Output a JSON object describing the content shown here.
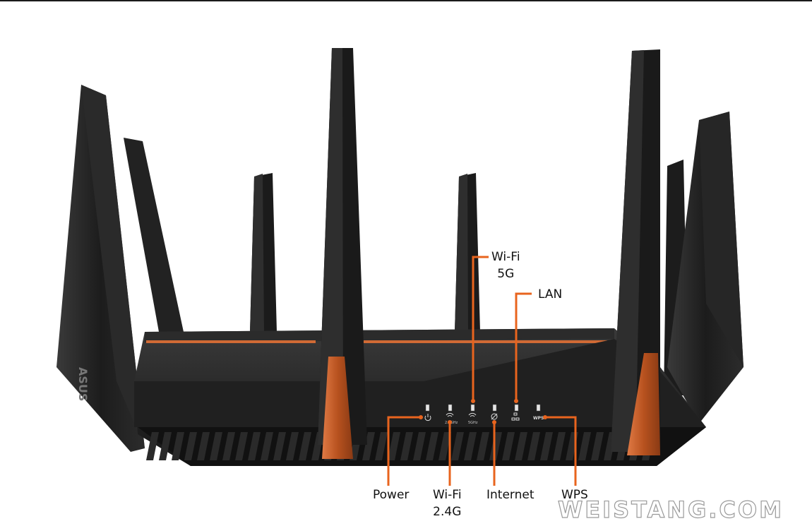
{
  "image": {
    "description_labels": {
      "wifi_5g": "Wi-Fi\n5G",
      "lan": "LAN",
      "power": "Power",
      "wifi_24g": "Wi-Fi\n2.4G",
      "internet": "Internet",
      "wps": "WPS"
    },
    "brand_on_antenna": "ASUS",
    "led_labels": [
      "2.4GHz",
      "5GHz",
      "WPS"
    ],
    "watermark": "WEISTANG.COM"
  },
  "colors": {
    "accent": "#e8641e",
    "router_body": "#1f1f1f",
    "copper": "#c8602e"
  }
}
